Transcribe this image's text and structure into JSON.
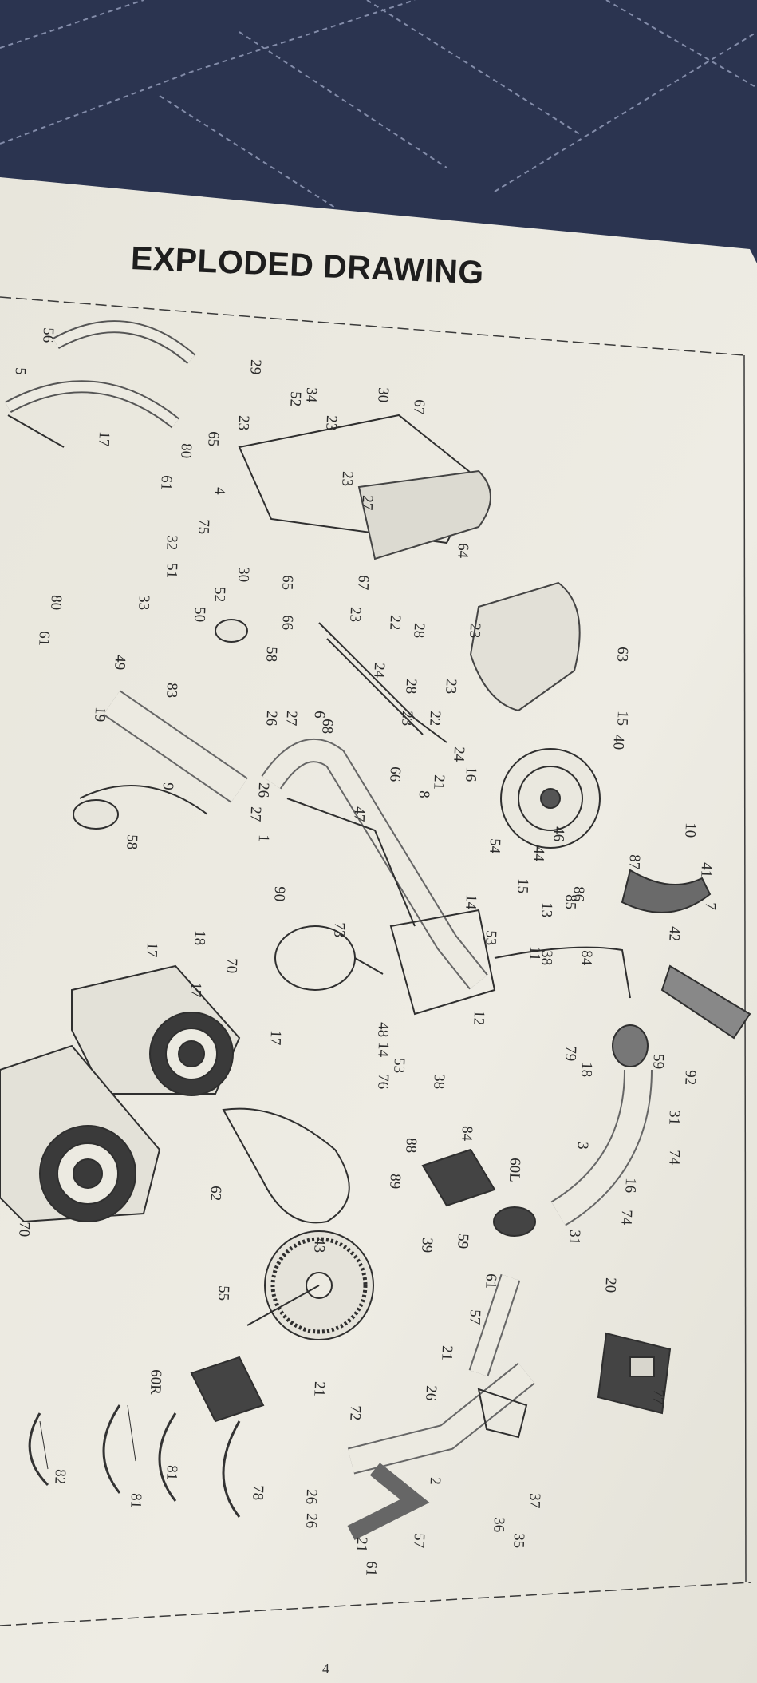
{
  "page": {
    "title": "EXPLODED DRAWING",
    "page_number": "4"
  },
  "part_labels": [
    "56",
    "5",
    "17",
    "29",
    "34",
    "52",
    "30",
    "23",
    "23",
    "67",
    "65",
    "80",
    "61",
    "4",
    "27",
    "23",
    "75",
    "32",
    "51",
    "30",
    "65",
    "67",
    "64",
    "52",
    "50",
    "33",
    "80",
    "61",
    "66",
    "23",
    "22",
    "28",
    "23",
    "49",
    "58",
    "83",
    "24",
    "23",
    "28",
    "63",
    "19",
    "26",
    "27",
    "6",
    "23",
    "68",
    "9",
    "26",
    "27",
    "58",
    "66",
    "22",
    "24",
    "21",
    "15",
    "40",
    "1",
    "47",
    "16",
    "54",
    "46",
    "44",
    "15",
    "87",
    "10",
    "41",
    "8",
    "86",
    "14",
    "53",
    "85",
    "13",
    "11",
    "7",
    "42",
    "73",
    "90",
    "18",
    "17",
    "70",
    "17",
    "38",
    "84",
    "17",
    "12",
    "48",
    "14",
    "53",
    "18",
    "79",
    "59",
    "92",
    "76",
    "38",
    "84",
    "60L",
    "31",
    "74",
    "3",
    "88",
    "89",
    "62",
    "43",
    "39",
    "59",
    "16",
    "74",
    "55",
    "61",
    "31",
    "20",
    "57",
    "70",
    "60R",
    "21",
    "26",
    "72",
    "21",
    "77",
    "26",
    "82",
    "81",
    "81",
    "78",
    "26",
    "37",
    "36",
    "35",
    "21",
    "61",
    "57",
    "2"
  ],
  "colors": {
    "paper": "#eceae1",
    "ink": "#2a2a2a",
    "blanket": "#2c3550"
  }
}
